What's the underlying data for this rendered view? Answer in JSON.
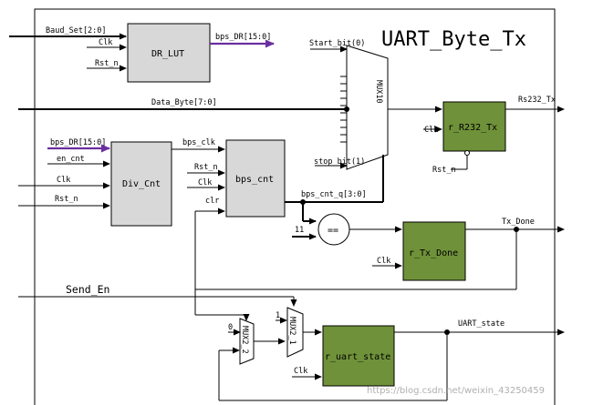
{
  "title": "UART_Byte_Tx",
  "blocks": {
    "dr_lut": "DR_LUT",
    "div_cnt": "Div_Cnt",
    "bps_cnt": "bps_cnt",
    "mux10": "MUX10",
    "r_rs232_tx": "r_R232_Tx",
    "r_tx_done": "r_Tx_Done",
    "r_uart_state": "r_uart_state",
    "mux2_a": "MUX2_2",
    "mux2_b": "MUX2_1",
    "comparator": "=="
  },
  "signals": {
    "baud_set": "Baud_Set[2:0]",
    "clk": "Clk",
    "rst_n": "Rst_n",
    "bps_dr_out": "bps_DR[15:0]",
    "bps_dr_in": "bps_DR[15:0]",
    "en_cnt": "en_cnt",
    "bps_clk": "bps_clk",
    "clr": "clr",
    "start_bit": "Start_bit(0)",
    "stop_bit": "stop_bit(1)",
    "data_byte": "Data_Byte[7:0]",
    "rs232_tx": "Rs232_Tx",
    "bps_cnt_q": "bps_cnt_q[3:0]",
    "const_11": "11",
    "tx_done": "Tx_Done",
    "send_en": "Send_En",
    "uart_state": "UART_state",
    "const_0": "0",
    "const_1": "1"
  },
  "watermark": "https://blog.csdn.net/weixin_43250459",
  "colors": {
    "register_fill": "#6f9139",
    "logic_fill": "#d8d8d8",
    "bus_highlight": "#6b2fa0"
  }
}
